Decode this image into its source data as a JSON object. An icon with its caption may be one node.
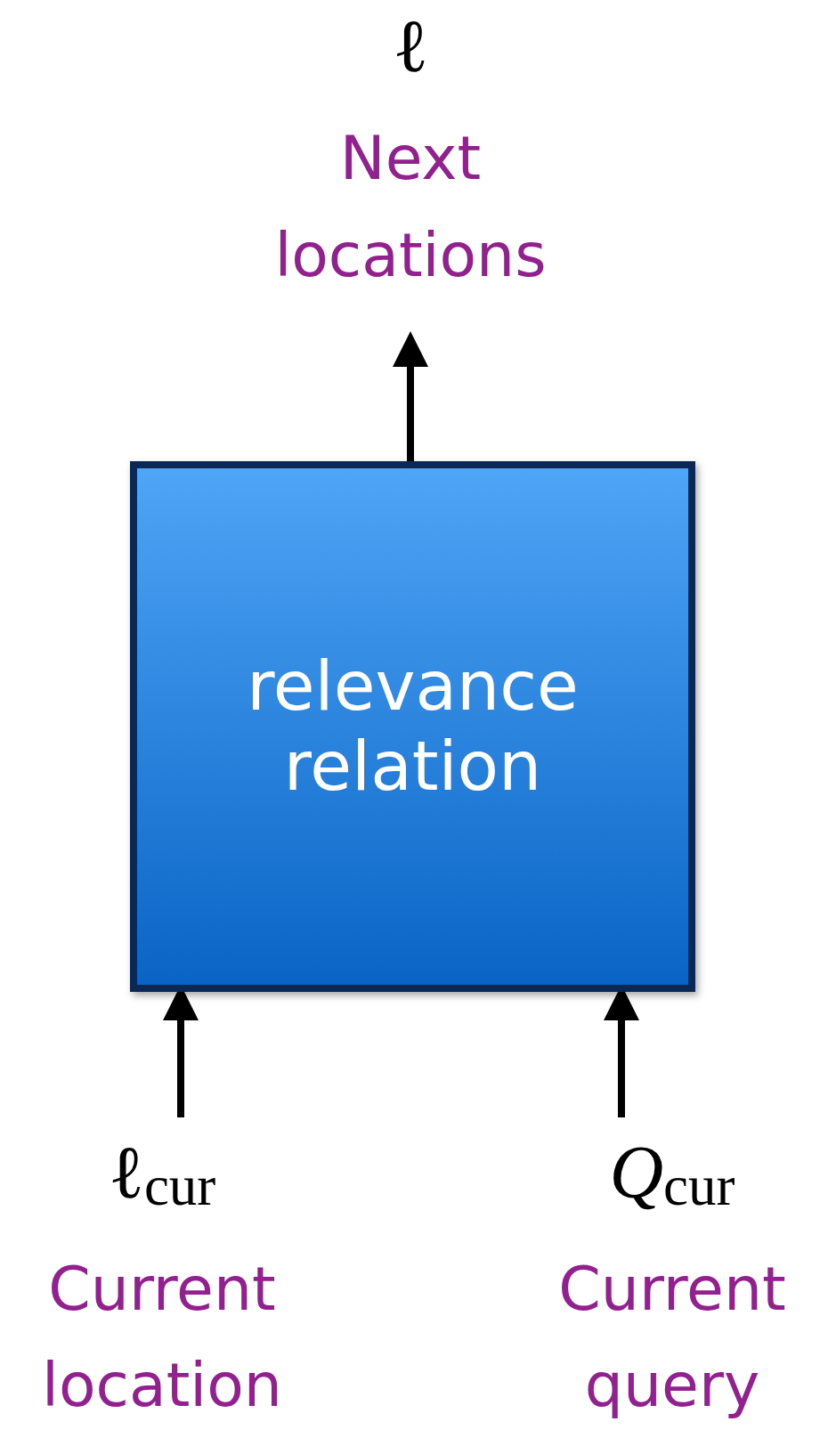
{
  "diagram": {
    "nodes": [
      {
        "text": [
          "relevance relation"
        ]
      },
      {
        "text": [
          "ℓ",
          "Next locations"
        ]
      },
      {
        "text": [
          "ℓ$_{cur}$",
          "Current location"
        ]
      },
      {
        "text": [
          "*Q*$_{cur}$",
          "Current query"
        ]
      }
    ],
    "edges": [
      {
        "from": 0,
        "to": 1,
        "arrow": "to"
      },
      {
        "from": 2,
        "to": 0,
        "arrow": "to"
      },
      {
        "from": 3,
        "to": 0,
        "arrow": "to"
      }
    ]
  }
}
